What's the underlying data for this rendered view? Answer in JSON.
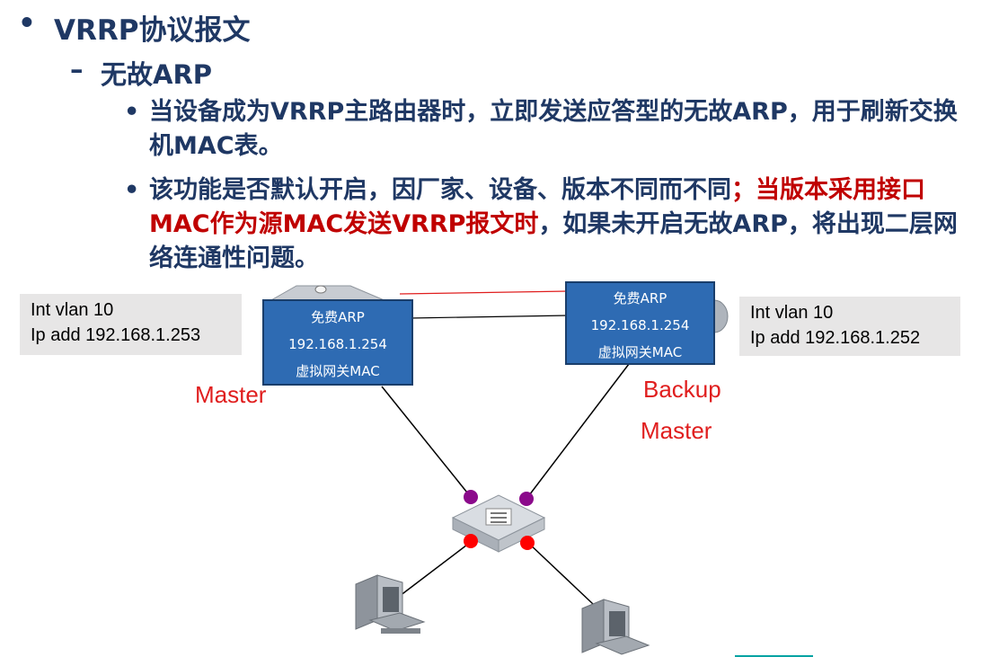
{
  "bullets": {
    "level1": {
      "marker": "•",
      "text": "VRRP协议报文"
    },
    "level2": {
      "marker": "–",
      "text": "无故ARP"
    },
    "level3": [
      {
        "marker": "•",
        "text": "当设备成为VRRP主路由器时，立即发送应答型的无故ARP，用于刷新交换机MAC表。"
      },
      {
        "marker": "•",
        "text_normal_1": "该功能是否默认开启，因厂家、设备、版本不同而不同",
        "text_red": "；当版本采用接口MAC作为源MAC发送VRRP报文时",
        "text_normal_2": "，如果未开启无故ARP，将出现二层网络连通性问题。"
      }
    ]
  },
  "diagram": {
    "left_config": {
      "line1": "Int  vlan 10",
      "line2": "Ip add 192.168.1.253"
    },
    "right_config": {
      "line1": "Int  vlan 10",
      "line2": "Ip add 192.168.1.252"
    },
    "left_router_box": {
      "line1": "免费ARP",
      "line2": "192.168.1.254",
      "line3": "虚拟网关MAC"
    },
    "right_router_box": {
      "line1": "免费ARP",
      "line2": "192.168.1.254",
      "line3": "虚拟网关MAC"
    },
    "left_role": "Master",
    "right_role_old": "Backup",
    "right_role_new": "Master",
    "colors": {
      "label_red": "#e01e1e",
      "box_blue": "#2e6bb3",
      "port_purple": "#8b0a8b",
      "port_red": "#ff0000",
      "text_navy": "#1f3864"
    }
  }
}
